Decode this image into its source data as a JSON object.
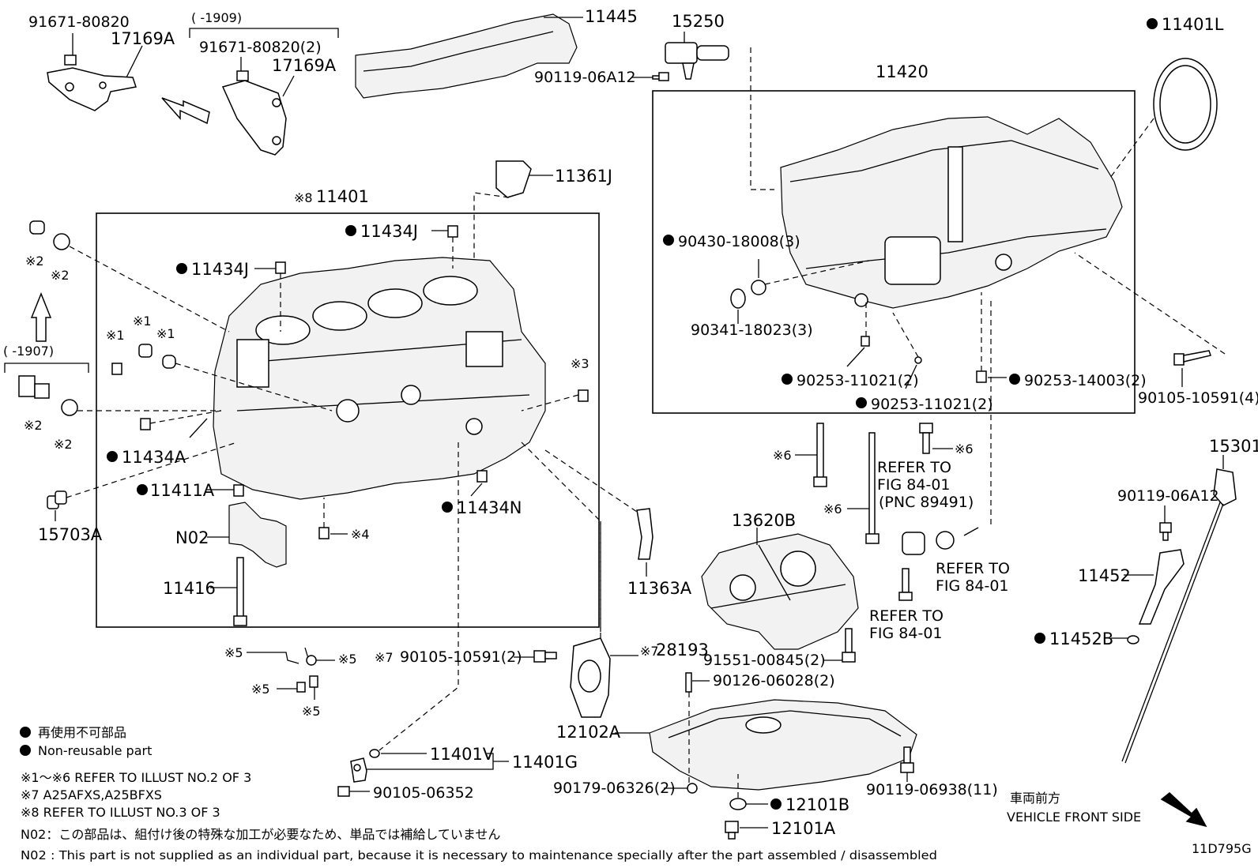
{
  "diagram_code": "11D795G",
  "vehicle_front": {
    "jp": "車両前方",
    "en": "VEHICLE FRONT SIDE"
  },
  "legend": {
    "jp": "再使用不可部品",
    "en": "Non-reusable part",
    "note1": "※1～※6  REFER TO ILLUST NO.2 OF 3",
    "note7": "※7 A25AFXS,A25BFXS",
    "note8": "※8 REFER TO ILLUST NO.3 OF 3",
    "n02_jp": "N02：この部品は、組付け後の特殊な加工が必要なため、単品では補給していません",
    "n02_en": "N02 : This part is not supplied as an individual part, because it is necessary to maintenance specially after the part assembled / disassembled"
  },
  "labels": {
    "p91671a": "91671-80820",
    "p17169a_1": "17169A",
    "range1909": "(       -1909)",
    "p91671b": "91671-80820(2)",
    "p17169a_2": "17169A",
    "p11445": "11445",
    "p15250": "15250",
    "p90119_06a12_top": "90119-06A12",
    "p11420": "11420",
    "p11401l": "11401L",
    "p11361j": "11361J",
    "p11401": "11401",
    "mark8": "※8",
    "p11434j_1": "11434J",
    "p11434j_2": "11434J",
    "m2a": "※2",
    "m2b": "※2",
    "m1a": "※1",
    "m1b": "※1",
    "m1c": "※1",
    "m3": "※3",
    "range1907": "(       -1907)",
    "m2c": "※2",
    "m2d": "※2",
    "p11434a": "11434A",
    "p11411a": "11411A",
    "p15703a": "15703A",
    "pn02": "N02",
    "m4": "※4",
    "p11434n": "11434N",
    "p11416": "11416",
    "p90430": "90430-18008(3)",
    "p90341": "90341-18023(3)",
    "p90253_a": "90253-11021(2)",
    "p90253_b": "90253-11021(2)",
    "p90253_c": "90253-14003(2)",
    "p90105_10591_4": "90105-10591(4)",
    "m6a": "※6",
    "m6b": "※6",
    "m6c": "※6",
    "refer1": "REFER TO",
    "refer1b": "FIG 84-01",
    "refer1c": "(PNC 89491)",
    "refer2": "REFER TO",
    "refer2b": "FIG 84-01",
    "refer3": "REFER TO",
    "refer3b": "FIG 84-01",
    "p15301": "15301",
    "p90119_06a12_r": "90119-06A12",
    "p11452": "11452",
    "p11452b": "11452B",
    "p13620b": "13620B",
    "p11363a": "11363A",
    "m5a": "※5",
    "m5b": "※5",
    "m5c": "※5",
    "m5d": "※5",
    "m7a": "※7",
    "p90105_10591_2": "90105-10591(2)",
    "m7b": "※7",
    "p28193": "28193",
    "p91551": "91551-00845(2)",
    "p90126": "90126-06028(2)",
    "p12102a": "12102A",
    "p11401v": "11401V",
    "p11401g": "11401G",
    "p90179": "90179-06326(2)",
    "p90119_06938": "90119-06938(11)",
    "p90105_06352": "90105-06352",
    "p12101b": "12101B",
    "p12101a": "12101A"
  }
}
